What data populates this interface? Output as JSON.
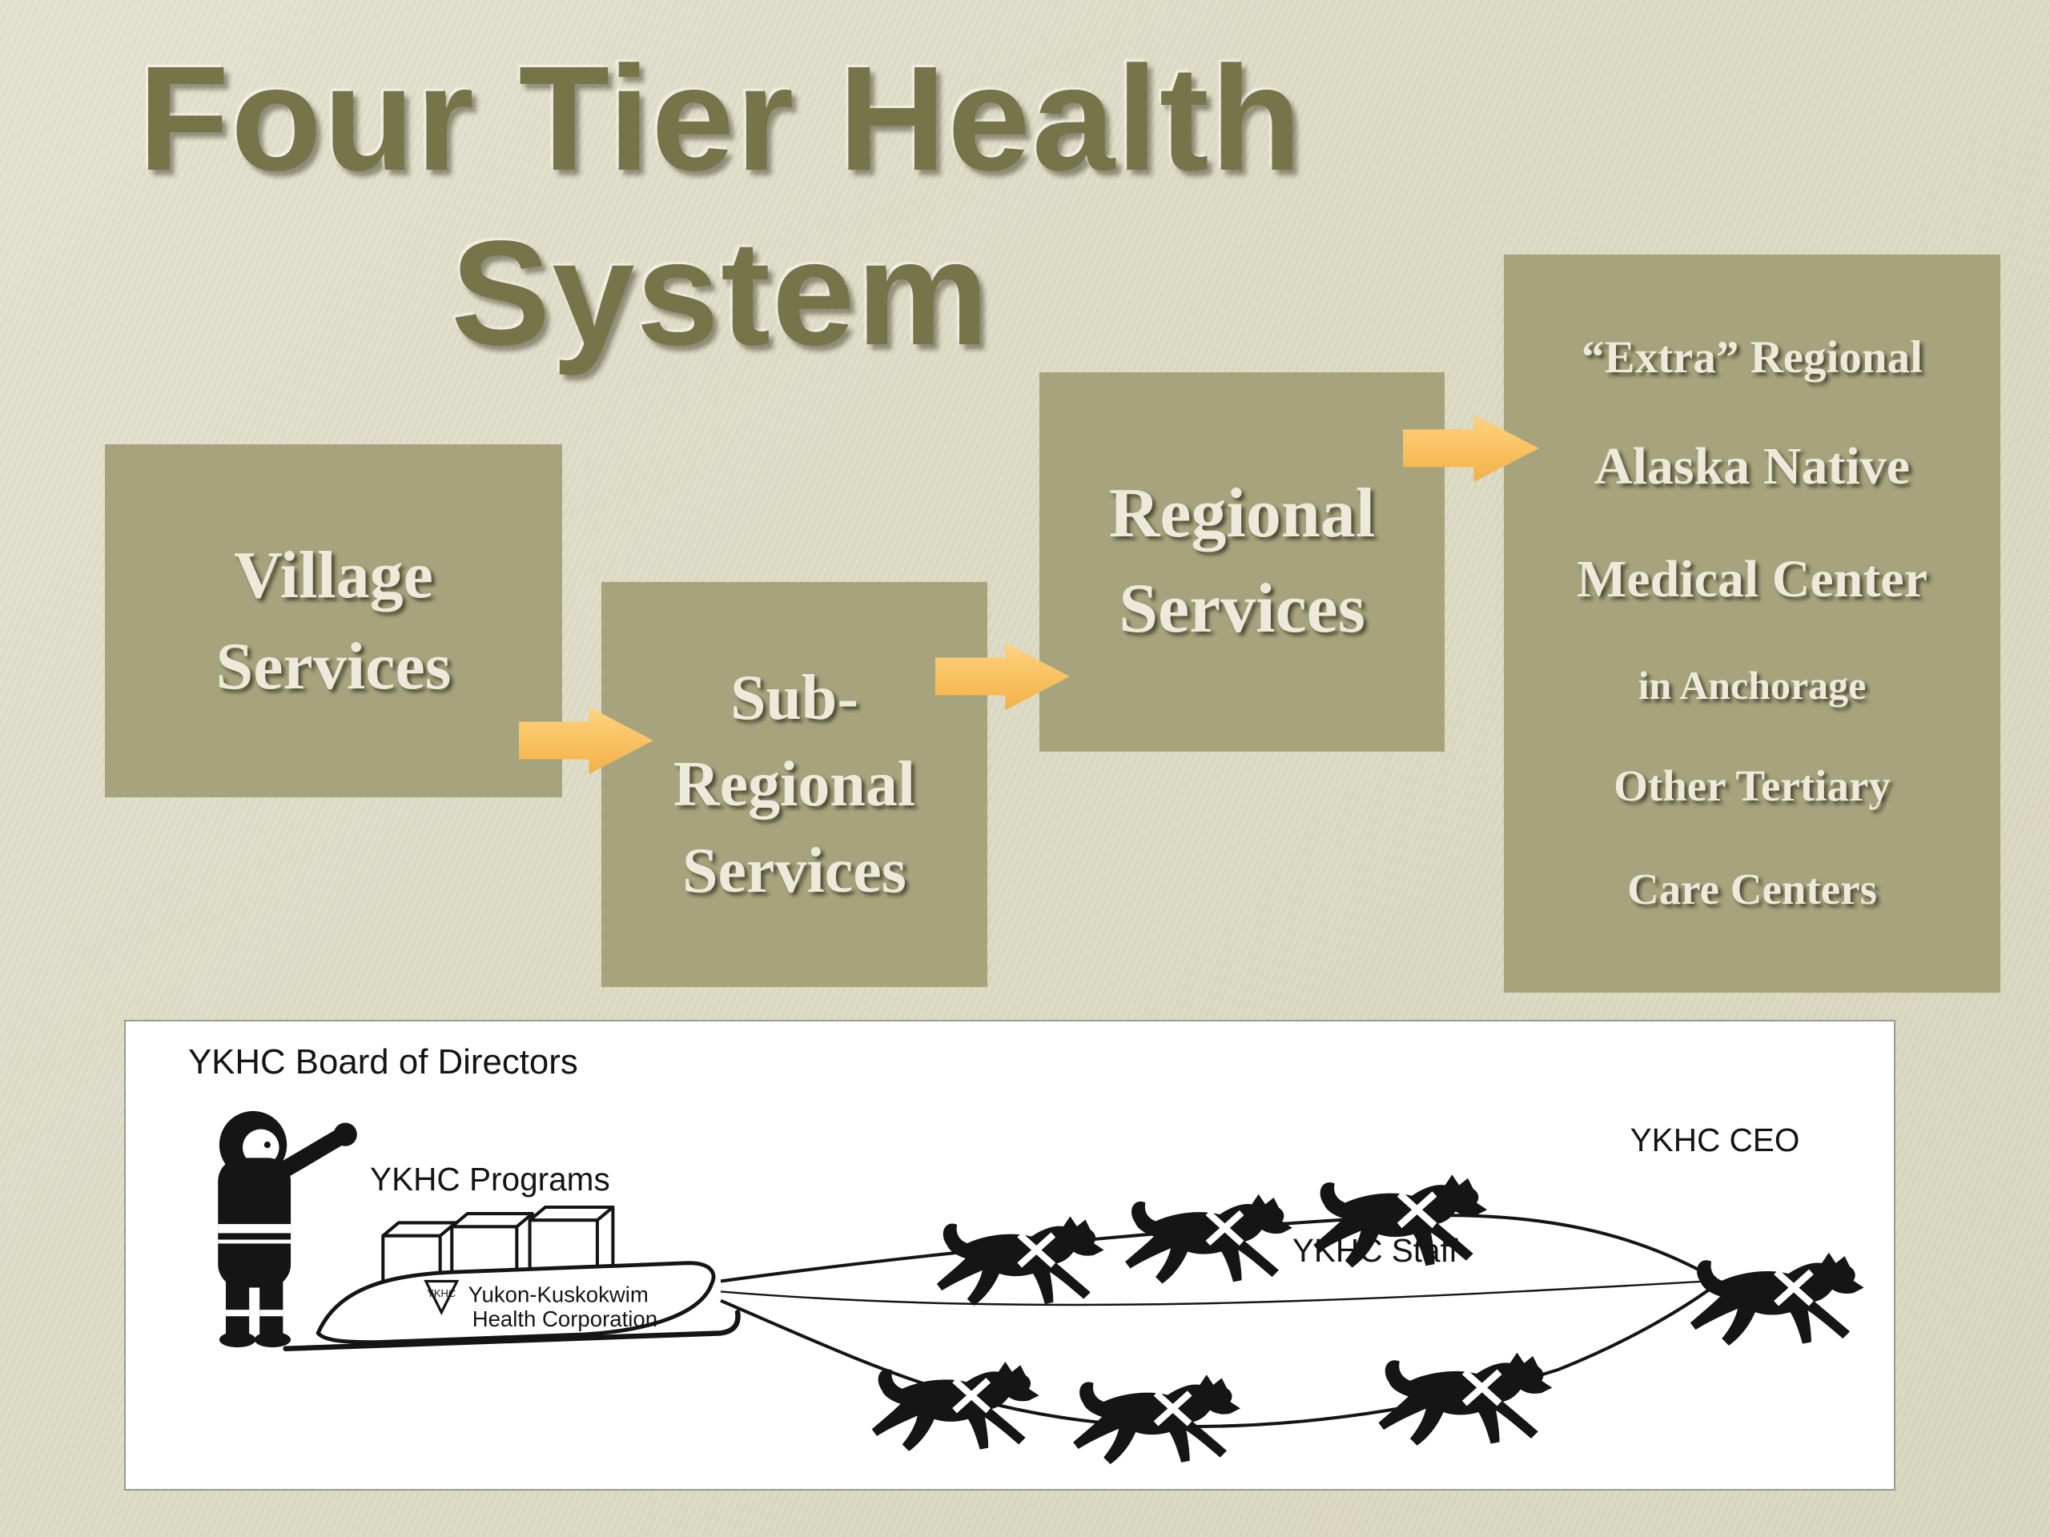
{
  "slide": {
    "title_line1": "Four Tier Health",
    "title_line2": "System"
  },
  "tiers": [
    {
      "id": "village",
      "lines": [
        "Village",
        "Services"
      ]
    },
    {
      "id": "sub_regional",
      "lines": [
        "Sub-",
        "Regional",
        "Services"
      ]
    },
    {
      "id": "regional",
      "lines": [
        "Regional",
        "Services"
      ]
    },
    {
      "id": "extra_regional",
      "lines": [
        "“Extra” Regional",
        "Alaska Native",
        "Medical Center",
        "in Anchorage",
        "Other  Tertiary",
        "Care Centers"
      ]
    }
  ],
  "diagram": {
    "labels": {
      "board": "YKHC Board of Directors",
      "programs": "YKHC Programs",
      "ceo": "YKHC CEO",
      "staff": "YKHC Staff",
      "sled_org_line1": "Yukon-Kuskokwim",
      "sled_org_line2": "Health Corporation",
      "logo": "YKHC"
    }
  },
  "colors": {
    "background": "#dcdbc4",
    "title": "#76754a",
    "box_fill": "#a7a37c",
    "box_text": "#eceadb",
    "arrow": "#f8bf5c",
    "panel_bg": "#ffffff",
    "panel_border": "#9a9a92",
    "ink": "#141414"
  }
}
